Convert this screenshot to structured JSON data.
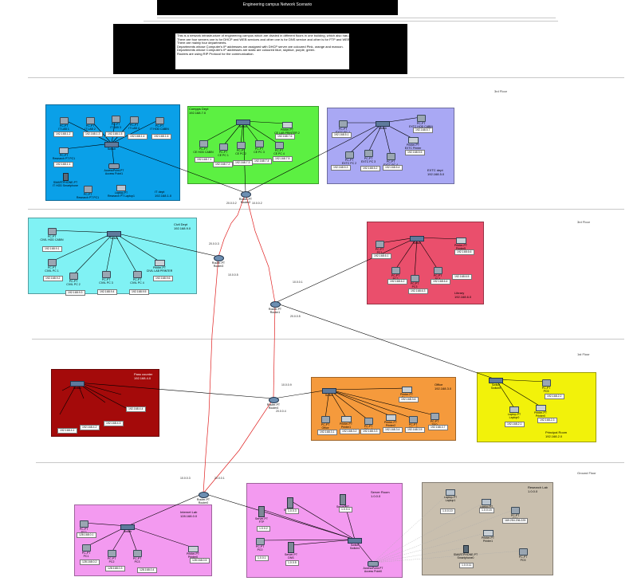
{
  "title": "Engineering campus Network Scenario",
  "description": [
    "This is a network infrastructure of engineering campus which are divided in different floors in one building, which also has a server in ground floor.",
    "There are four servers one is for DHCP and WEB services and other one is for DNS service and other is for FTP and WEB.",
    "There are mainly four departments.",
    "Departments whose Computer's IP addresses are assigned with DHCP server are coloured Pink, orange and maroon.",
    "Departments whose Computer's IP addresses are static are coloured blue, skyblue, purple, green.",
    "Routers are using RIP Protocol for the communication."
  ],
  "floors": {
    "third_a": "3rd Floor",
    "third_b": "3rd Floor",
    "first": "1st Floor",
    "ground": "Ground Floor"
  },
  "colors": {
    "it": "#0aa0e8",
    "comps": "#5cf042",
    "extc": "#a9a8f4",
    "civil": "#80f2f4",
    "library": "#ea4f6c",
    "pass": "#a40a0a",
    "office": "#f59a3c",
    "principal": "#f2f20a",
    "internet": "#f39af0",
    "server": "#f39af0",
    "research": "#c9bfae",
    "serial": "#e02020",
    "ethernet": "#000000"
  },
  "areas": {
    "it": "IT dept\n192.168.1.0",
    "comps": "Compps Dept\n192.168.7.0",
    "extc": "EXTC dept\n192.168.5.0",
    "civil": "Civil Dept\n192.168.9.0",
    "library": "Library\n192.168.6.0",
    "pass": "Pass counter\n192.168.4.0",
    "office": "Office\n192.168.3.0",
    "principal": "Principal Room\n192.168.2.0",
    "internet": "Internet Lab\n128.168.0.0",
    "server": "Server Room\n1.0.0.0",
    "research": "Research Lab\n1.0.0.0"
  },
  "devices": {
    "it_pc1": "PC-PT\nIT LAB 1",
    "it_pc2": "PC-PT\nIT LAB 2",
    "it_pc3": "PC-PT\nIT LAB 3",
    "it_pc4": "PC-PT\nIT LAB 4",
    "it_hod": "PC-PT\nIT HOD CABIN",
    "it_switch": "Switch",
    "it_ap": "AccessPoint-PT\nAccess Point1",
    "it_phone": "SMARTPHONE-PT\nIT HOD Smartphone",
    "it_pc5": "PC-PT\nResearch PT PC1",
    "it_laptop": "Laptop-PT\nResearch PT Laptop1",
    "comps_hod": "PC-PT\nCE HOD CABIN",
    "comps_pc1": "PC-PT\nCE PC 1",
    "comps_pc2": "PC-PT\nCE PC 2",
    "comps_pc3": "PC-PT\nCE PC 3",
    "comps_pc4": "PC-PT\nCE PC 4",
    "comps_printer": "Printer-PT\nCE LAB PRINTER 2",
    "comps_switch": "Switch",
    "extc_hod": "PC-PT\nEXTC HOD CABIN",
    "extc_pc1": "PC-PT\nEXTC PC 1",
    "extc_pc2": "PC-PT\nEXTC PC 2",
    "extc_pc3": "PC-PT\nEXTC PC 3",
    "extc_pc4": "PC-PT\nEXTC PC 4",
    "extc_printer": "Printer-PT\nEXTC Printer",
    "extc_switch": "Switch",
    "civil_hod": "PC-PT\nCIVIL HOD CABIN",
    "civil_pc1": "PC-PT\nCIVIL PC 1",
    "civil_pc2": "PC-PT\nCIVIL PC 2",
    "civil_pc3": "PC-PT\nCIVIL PC 3",
    "civil_pc4": "PC-PT\nCIVIL PC 4",
    "civil_printer": "Printer-PT\nCIVIL LAB PRINTER",
    "civil_switch": "Switch",
    "lib_pc1": "PC-PT\nPC1",
    "lib_pc2": "PC-PT\nPC2",
    "lib_pc3": "PC-PT\nPC3",
    "lib_pc4": "PC-PT\nPC4",
    "lib_printer": "Printer-PT\nPrinter5",
    "lib_switch": "Switch",
    "pass_switch": "Switch",
    "office_switch": "Switch",
    "office_printer": "Printer-PT\nPrinter0",
    "office_pc1": "PC-PT\nOffice",
    "office_pc2": "Printer-PT\nPrinter1",
    "office_pc3": "PC-PT\nOffice1",
    "office_pc4": "Printer-PT\nPrinter2",
    "office_pc5": "PC-PT\nOffice2",
    "office_pc6": "PC-PT\nTPO",
    "prin_switch": "Switch\nSwitch5",
    "prin_pc": "PC-PT\nPC5",
    "prin_laptop": "Laptop-PT\nLaptop0",
    "prin_printer": "Printer-PT\nPrinter0",
    "inet_switch": "Switch",
    "inet_pc0": "PC-PT\nPC0",
    "inet_pc1": "PC-PT\nPC1",
    "inet_pc2": "PC-PT\nPC2",
    "inet_pc3": "PC-PT\nPC3",
    "inet_printer": "Printer-PT\nPrinter0",
    "srv_dhcp": "Server-PT\nDHCP",
    "srv_web": "Server-PT\nWEB",
    "srv_ftp": "Server-PT\nFTP",
    "srv_dns": "Server-PT\nDNS",
    "srv_pc": "PC-PT\nPC0",
    "srv_switch": "Switch\nSwitch4",
    "srv_ap": "AccessPoint-PT\nAccess Point0",
    "res_laptop1": "Laptop-PT\nLaptop1",
    "res_laptop2": "Laptop-PT\nLaptop2",
    "res_pc": "PC-PT\nPC9",
    "res_printer": "Printer-PT\nPrinter1",
    "res_phone": "SMARTPHONE-PT\nSmartphone0",
    "res_pc2": "PC-PT\nPC5",
    "router0": "Router-PT\nRouter0",
    "router1": "Router-PT\nRouter1",
    "router2": "Router-PT\nRouter2",
    "router3": "Router-PT\nRouter3",
    "router4": "Router-PT\nRouter4"
  },
  "ips": {
    "it1": "192.168.1.2",
    "it2": "192.168.1.3",
    "it3": "192.168.1.5",
    "it4": "192.168.1.4",
    "it5": "192.168.1.1",
    "it6": "192.168.1.6",
    "it7": "192.168.1.7",
    "ce1": "192.168.7.1",
    "ce2": "192.168.7.2",
    "ce3": "192.168.7.3",
    "ce4": "192.168.7.4",
    "ce5": "192.168.7.5",
    "ce6": "192.168.7.6",
    "ex1": "192.168.5.1",
    "ex2": "192.168.5.2",
    "ex3": "192.168.5.3",
    "ex4": "192.168.5.4",
    "ex5": "192.168.5.5",
    "ex6": "192.168.5.7",
    "cv1": "192.168.9.1",
    "cv2": "192.168.9.2",
    "cv3": "192.168.9.3",
    "cv4": "192.168.9.4",
    "cv5": "192.168.9.5",
    "cv6": "192.168.9.6",
    "lb1": "192.168.6.1",
    "lb2": "192.168.6.2",
    "lb3": "192.168.6.3",
    "lb4": "192.168.6.4",
    "lb5": "192.168.6.5",
    "lb6": "192.168.6.6",
    "ps1": "192.168.4.1",
    "ps2": "192.168.4.2",
    "ps3": "192.168.4.3",
    "ps4": "192.168.4.4",
    "of1": "192.168.3.1",
    "of2": "192.168.3.2",
    "of3": "192.168.3.3",
    "of4": "192.168.3.4",
    "of5": "192.168.3.5",
    "of6": "192.168.3.6",
    "of7": "192.168.3.7",
    "pr1": "192.168.2.1",
    "pr2": "192.168.2.2",
    "pr3": "192.168.2.3",
    "in1": "128.168.0.1",
    "in2": "128.168.0.2",
    "in3": "128.168.0.3",
    "in4": "128.168.0.4",
    "in5": "128.168.0.5",
    "sv1": "1.0.0.2",
    "sv2": "1.0.0.3",
    "sv3": "1.0.0.4",
    "sv4": "1.0.0.5",
    "sv5": "1.0.0.1",
    "rs1": "1.0.0.10",
    "rs2": "1.0.0.15",
    "rs3": "169.254.206.225",
    "rs4": "1.0.0.11"
  },
  "nets": {
    "n1": "20.0.0.2",
    "n2": "10.0.0.2",
    "n3": "20.0.0.3",
    "n4": "10.0.0.5",
    "n5": "10.0.0.1",
    "n6": "20.0.0.5",
    "n7": "10.0.0.9",
    "n8": "20.0.0.4",
    "n9": "10.0.0.3",
    "n10": "20.0.0.1"
  }
}
